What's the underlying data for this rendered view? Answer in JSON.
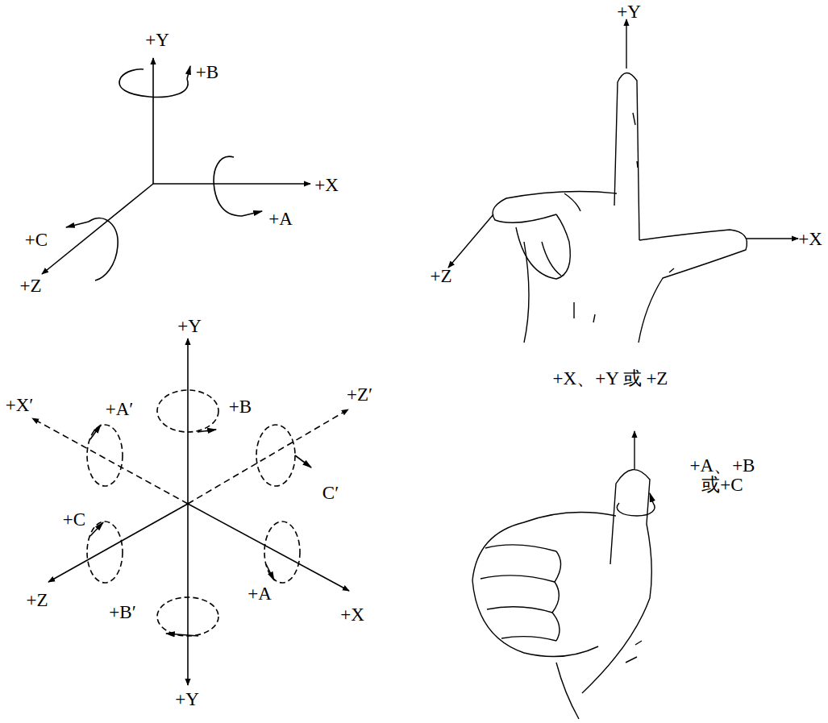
{
  "diagram": {
    "labels": [
      "+Y",
      "+B",
      "+X",
      "+A",
      "+C",
      "+Z",
      "+Y",
      "+X′",
      "+A′",
      "+B",
      "+Z′",
      "C′",
      "+C",
      "+Z",
      "+B′",
      "+A",
      "+X",
      "+Y",
      "+Y",
      "+Z",
      "+X",
      "+X、+Y 或 +Z",
      "+A、+B 或+C"
    ]
  }
}
